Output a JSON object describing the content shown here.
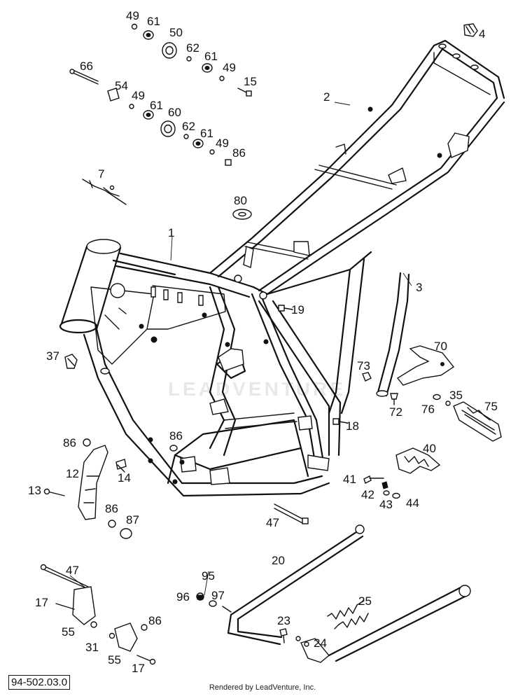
{
  "diagram": {
    "callouts": [
      {
        "id": "c49a",
        "label": "49"
      },
      {
        "id": "c61a",
        "label": "61"
      },
      {
        "id": "c50",
        "label": "50"
      },
      {
        "id": "c4",
        "label": "4"
      },
      {
        "id": "c62a",
        "label": "62"
      },
      {
        "id": "c61b",
        "label": "61"
      },
      {
        "id": "c49b",
        "label": "49"
      },
      {
        "id": "c66",
        "label": "66"
      },
      {
        "id": "c54",
        "label": "54"
      },
      {
        "id": "c49c",
        "label": "49"
      },
      {
        "id": "c15",
        "label": "15"
      },
      {
        "id": "c61c",
        "label": "61"
      },
      {
        "id": "c2",
        "label": "2"
      },
      {
        "id": "c60",
        "label": "60"
      },
      {
        "id": "c62b",
        "label": "62"
      },
      {
        "id": "c61d",
        "label": "61"
      },
      {
        "id": "c49d",
        "label": "49"
      },
      {
        "id": "c86a",
        "label": "86"
      },
      {
        "id": "c7",
        "label": "7"
      },
      {
        "id": "c80",
        "label": "80"
      },
      {
        "id": "c1",
        "label": "1"
      },
      {
        "id": "c3",
        "label": "3"
      },
      {
        "id": "c19",
        "label": "19"
      },
      {
        "id": "c70",
        "label": "70"
      },
      {
        "id": "c37",
        "label": "37"
      },
      {
        "id": "c73",
        "label": "73"
      },
      {
        "id": "c35",
        "label": "35"
      },
      {
        "id": "c72",
        "label": "72"
      },
      {
        "id": "c76",
        "label": "76"
      },
      {
        "id": "c75",
        "label": "75"
      },
      {
        "id": "c18",
        "label": "18"
      },
      {
        "id": "c86b",
        "label": "86"
      },
      {
        "id": "c86c",
        "label": "86"
      },
      {
        "id": "c40",
        "label": "40"
      },
      {
        "id": "c12",
        "label": "12"
      },
      {
        "id": "c14",
        "label": "14"
      },
      {
        "id": "c41",
        "label": "41"
      },
      {
        "id": "c13",
        "label": "13"
      },
      {
        "id": "c42",
        "label": "42"
      },
      {
        "id": "c43",
        "label": "43"
      },
      {
        "id": "c44",
        "label": "44"
      },
      {
        "id": "c86d",
        "label": "86"
      },
      {
        "id": "c87",
        "label": "87"
      },
      {
        "id": "c47a",
        "label": "47"
      },
      {
        "id": "c20",
        "label": "20"
      },
      {
        "id": "c47b",
        "label": "47"
      },
      {
        "id": "c95",
        "label": "95"
      },
      {
        "id": "c96",
        "label": "96"
      },
      {
        "id": "c97",
        "label": "97"
      },
      {
        "id": "c25",
        "label": "25"
      },
      {
        "id": "c17a",
        "label": "17"
      },
      {
        "id": "c86e",
        "label": "86"
      },
      {
        "id": "c23",
        "label": "23"
      },
      {
        "id": "c55a",
        "label": "55"
      },
      {
        "id": "c24",
        "label": "24"
      },
      {
        "id": "c31",
        "label": "31"
      },
      {
        "id": "c55b",
        "label": "55"
      },
      {
        "id": "c17b",
        "label": "17"
      }
    ],
    "part_reference": "94-502.03.0",
    "watermark": "LEADVENTURE",
    "footer": "Rendered by LeadVenture, Inc."
  }
}
